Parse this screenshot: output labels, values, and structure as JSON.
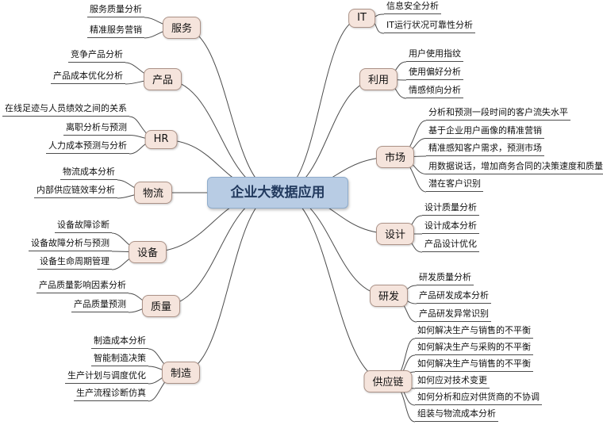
{
  "center": {
    "label": "企业大数据应用"
  },
  "left_branches": [
    {
      "label": "服务",
      "children": [
        "服务质量分析",
        "精准服务营销"
      ]
    },
    {
      "label": "产品",
      "children": [
        "竞争产品分析",
        "产品成本优化分析"
      ]
    },
    {
      "label": "HR",
      "children": [
        "在线足迹与人员绩效之间的关系",
        "离职分析与预测",
        "人力成本预测与分析"
      ]
    },
    {
      "label": "物流",
      "children": [
        "物流成本分析",
        "内部供应链效率分析"
      ]
    },
    {
      "label": "设备",
      "children": [
        "设备故障诊断",
        "设备故障分析与预测",
        "设备生命周期管理"
      ]
    },
    {
      "label": "质量",
      "children": [
        "产品质量影响因素分析",
        "产品质量预测"
      ]
    },
    {
      "label": "制造",
      "children": [
        "制造成本分析",
        "智能制造决策",
        "生产计划与调度优化",
        "生产流程诊断仿真"
      ]
    }
  ],
  "right_branches": [
    {
      "label": "IT",
      "children": [
        "信息安全分析",
        "IT运行状况可靠性分析"
      ]
    },
    {
      "label": "利用",
      "children": [
        "用户使用指纹",
        "使用偏好分析",
        "情感倾向分析"
      ]
    },
    {
      "label": "市场",
      "children": [
        "分析和预测一段时间的客户流失水平",
        "基于企业用户画像的精准营销",
        "精准感知客户需求，预测市场",
        "用数据说话，增加商务合同的决策速度和质量",
        "潜在客户识别"
      ]
    },
    {
      "label": "设计",
      "children": [
        "设计质量分析",
        "设计成本分析",
        "产品设计优化"
      ]
    },
    {
      "label": "研发",
      "children": [
        "研发质量分析",
        "产品研发成本分析",
        "产品研发异常识别"
      ]
    },
    {
      "label": "供应链",
      "children": [
        "如何解决生产与销售的不平衡",
        "如何解决生产与采购的不平衡",
        "如何解决生产与销售的不平衡",
        "如何应对技术变更",
        "如何分析和应对供货商的不协调",
        "组装与物流成本分析"
      ]
    }
  ],
  "colors": {
    "center_fill": "#b8cce4",
    "center_border": "#8faccb",
    "branch_fill": "#f5e4dc",
    "branch_border": "#ab9287",
    "line": "#4d4d4d"
  }
}
